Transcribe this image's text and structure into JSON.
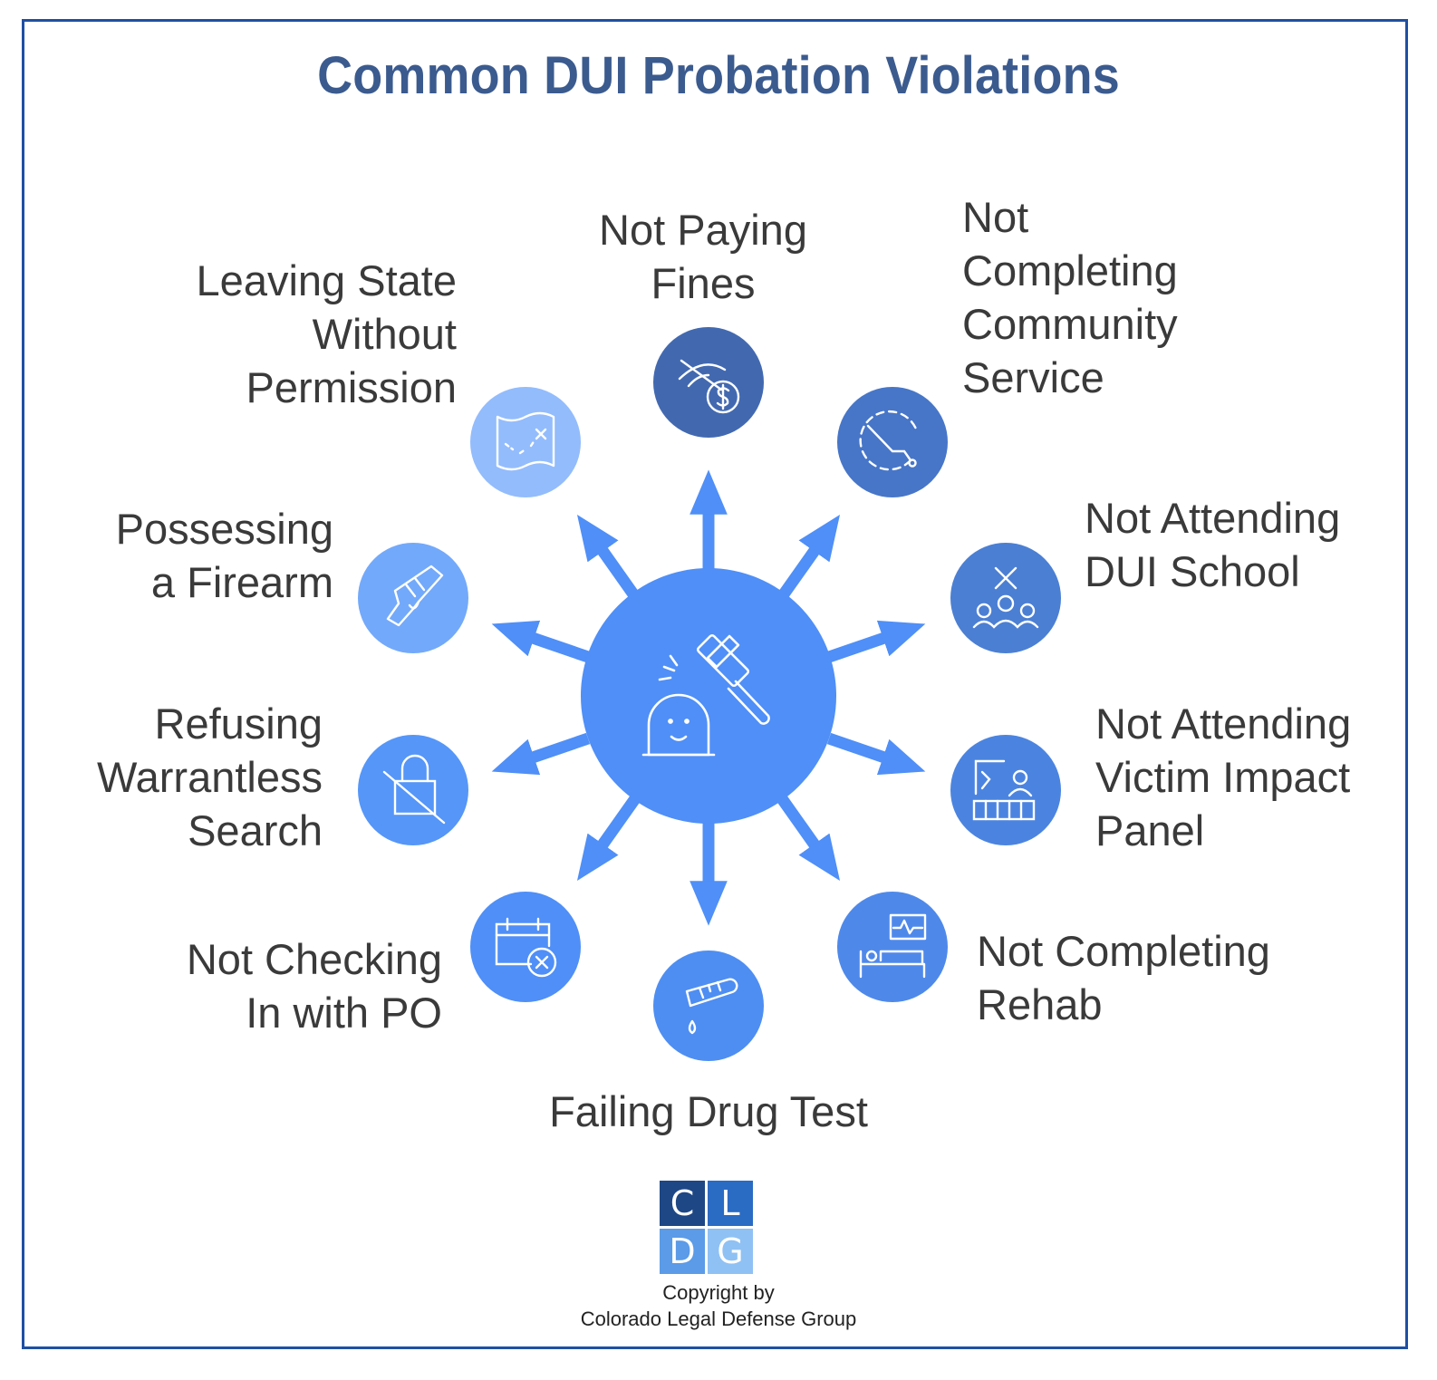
{
  "title": "Common DUI Probation Violations",
  "center": {
    "icon": "gavel-and-gravestone-icon",
    "color": "#4f8ff7"
  },
  "violations": [
    {
      "label": "Not Paying\nFines",
      "icon": "hidden-money-icon",
      "color": "#4269b0"
    },
    {
      "label": "Not\nCompleting\nCommunity\nService",
      "icon": "timer-icon",
      "color": "#4776c8"
    },
    {
      "label": "Not Attending\nDUI School",
      "icon": "group-x-icon",
      "color": "#4b7fd3"
    },
    {
      "label": "Not Attending\nVictim Impact\nPanel",
      "icon": "panel-speaker-icon",
      "color": "#4b84e0"
    },
    {
      "label": "Not Completing\nRehab",
      "icon": "hospital-bed-icon",
      "color": "#4e89ea"
    },
    {
      "label": "Failing Drug Test",
      "icon": "test-tube-drop-icon",
      "color": "#4e8ef2"
    },
    {
      "label": "Not Checking\nIn with PO",
      "icon": "calendar-x-icon",
      "color": "#4f8ff7"
    },
    {
      "label": "Refusing\nWarrantless\nSearch",
      "icon": "crossed-lock-icon",
      "color": "#5596f8"
    },
    {
      "label": "Possessing\na Firearm",
      "icon": "firearm-icon",
      "color": "#73a9fa"
    },
    {
      "label": "Leaving State\nWithout\nPermission",
      "icon": "map-x-icon",
      "color": "#93bcfc"
    }
  ],
  "logo": {
    "letters": [
      "C",
      "L",
      "D",
      "G"
    ],
    "colors": [
      "#1e4785",
      "#2a6bc4",
      "#5b9be8",
      "#8fc1f4"
    ]
  },
  "copyright": {
    "line1": "Copyright by",
    "line2": "Colorado Legal Defense Group"
  }
}
